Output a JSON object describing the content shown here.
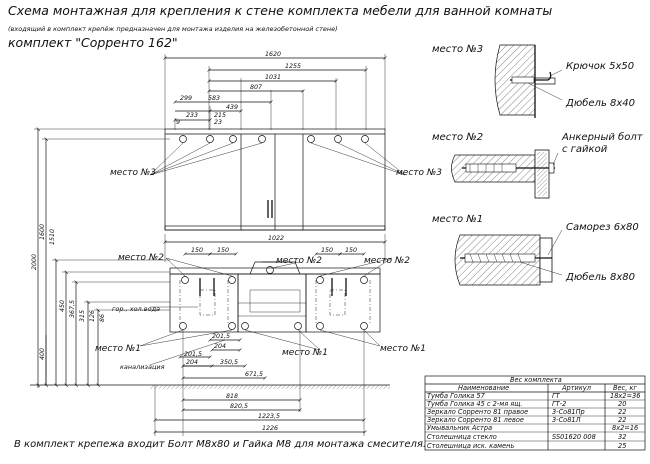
{
  "header": {
    "title": "Схема монтажная для крепления к стене комплекта мебели для ванной комнаты",
    "subtitle": "(входящий в комплект крепёж предназначен для монтажа изделия на железобетонной стене)",
    "set_name": "комплект \"Сорренто 162\""
  },
  "top_dims": [
    "1620",
    "1255",
    "1031",
    "807",
    "583",
    "439",
    "299",
    "233",
    "215",
    "9",
    "23"
  ],
  "vertical_dims": [
    "2000",
    "1600",
    "1510",
    "450",
    "367,5",
    "315",
    "126",
    "86",
    "400"
  ],
  "mid_dims": [
    "1022",
    "150",
    "150",
    "150",
    "150"
  ],
  "bottom_dims": [
    "201,5",
    "204",
    "201,5",
    "204",
    "350,5",
    "671,5",
    "818",
    "820,5",
    "1223,5",
    "1226"
  ],
  "labels": {
    "place3_left": "место №3",
    "place3_right": "место №3",
    "place2_left": "место №2",
    "place2_mid": "место №2",
    "place2_right": "место №2",
    "place1_left": "место №1",
    "place1_mid": "место №1",
    "place1_right": "место №1",
    "water": "гор., хол.вода",
    "sewer": "канализация"
  },
  "details": {
    "d3_title": "место №3",
    "d3_a": "Крючок 5х50",
    "d3_b": "Дюбель 8х40",
    "d2_title": "место №2",
    "d2_a": "Анкерный болт",
    "d2_a2": "с гайкой",
    "d1_title": "место №1",
    "d1_a": "Саморез 6х80",
    "d1_b": "Дюбель 8х80"
  },
  "table": {
    "caption": "Вес комплекта",
    "headers": [
      "Наименование",
      "Артикул",
      "Вес, кг"
    ],
    "rows": [
      [
        "Тумба Голика 57",
        "ГТ",
        "18х2=36"
      ],
      [
        "Тумба Голика 45 с 2-мя ящ.",
        "ГТ-2",
        "20"
      ],
      [
        "Зеркало Сорренто 81 правое",
        "3-Со81Пр",
        "22"
      ],
      [
        "Зеркало Сорренто 81 левое",
        "3-Со81Л",
        "22"
      ],
      [
        "Умывальник Астра",
        "",
        "8х2=16"
      ],
      [
        "Столешница стекло",
        "SS01620 008",
        "32"
      ],
      [
        "Столешница иск. камень",
        "",
        "25"
      ]
    ]
  },
  "footer": "В комплект крепежа входит Болт М8х80 и Гайка М8 для монтажа смесителя."
}
